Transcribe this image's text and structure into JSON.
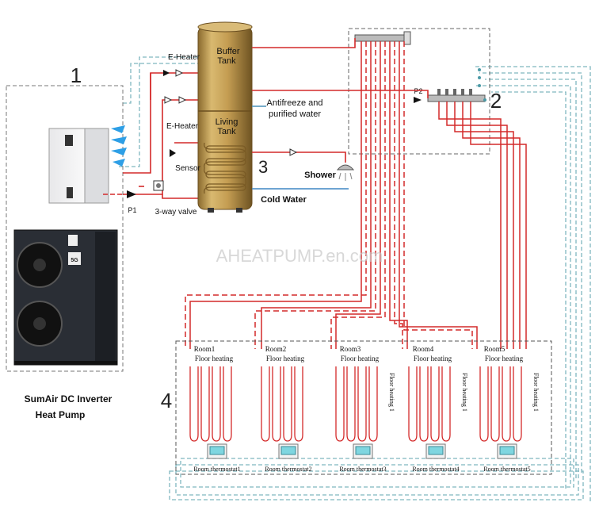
{
  "sections": {
    "heat_pump": {
      "number": "1",
      "caption_line1": "SumAir DC Inverter",
      "caption_line2": "Heat Pump",
      "badge": "5G"
    },
    "manifold": {
      "number": "2",
      "pump_label": "P2"
    },
    "tank": {
      "number": "3",
      "buffer_label": "Buffer Tank",
      "buffer_line1": "Buffer",
      "buffer_line2": "Tank",
      "living_label": "Living Tank",
      "living_line1": "Living",
      "living_line2": "Tank"
    },
    "floor": {
      "number": "4"
    }
  },
  "labels": {
    "e_heater_top": "E-Heater",
    "e_heater_bottom": "E-Heater",
    "antifreeze_line1": "Antifreeze and",
    "antifreeze_line2": "purified water",
    "sensor": "Sensor",
    "shower": "Shower",
    "cold_water": "Cold Water",
    "three_way_valve": "3-way valve",
    "pump_p1": "P1",
    "watermark": "AHEATPUMP.en.com"
  },
  "rooms": [
    {
      "name": "Room1",
      "floor_label": "Floor heating",
      "side_label": "",
      "thermostat": "Room thermostat1"
    },
    {
      "name": "Room2",
      "floor_label": "Floor heating",
      "side_label": "",
      "thermostat": "Room thermostat2"
    },
    {
      "name": "Room3",
      "floor_label": "Floor heating",
      "side_label": "Floor heating 1",
      "thermostat": "Room thermostat3"
    },
    {
      "name": "Room4",
      "floor_label": "Floor heating",
      "side_label": "Floor heating 1",
      "thermostat": "Room thermostat4"
    },
    {
      "name": "Room5",
      "floor_label": "Floor heating",
      "side_label": "Floor heating 1",
      "thermostat": "Room thermostat5"
    }
  ],
  "colors": {
    "supply": "#d42a2a",
    "return_dashed": "#d42a2a",
    "control": "#7fb6bf",
    "tank_gold": "#c9a55a",
    "border_dashed": "#666666"
  }
}
